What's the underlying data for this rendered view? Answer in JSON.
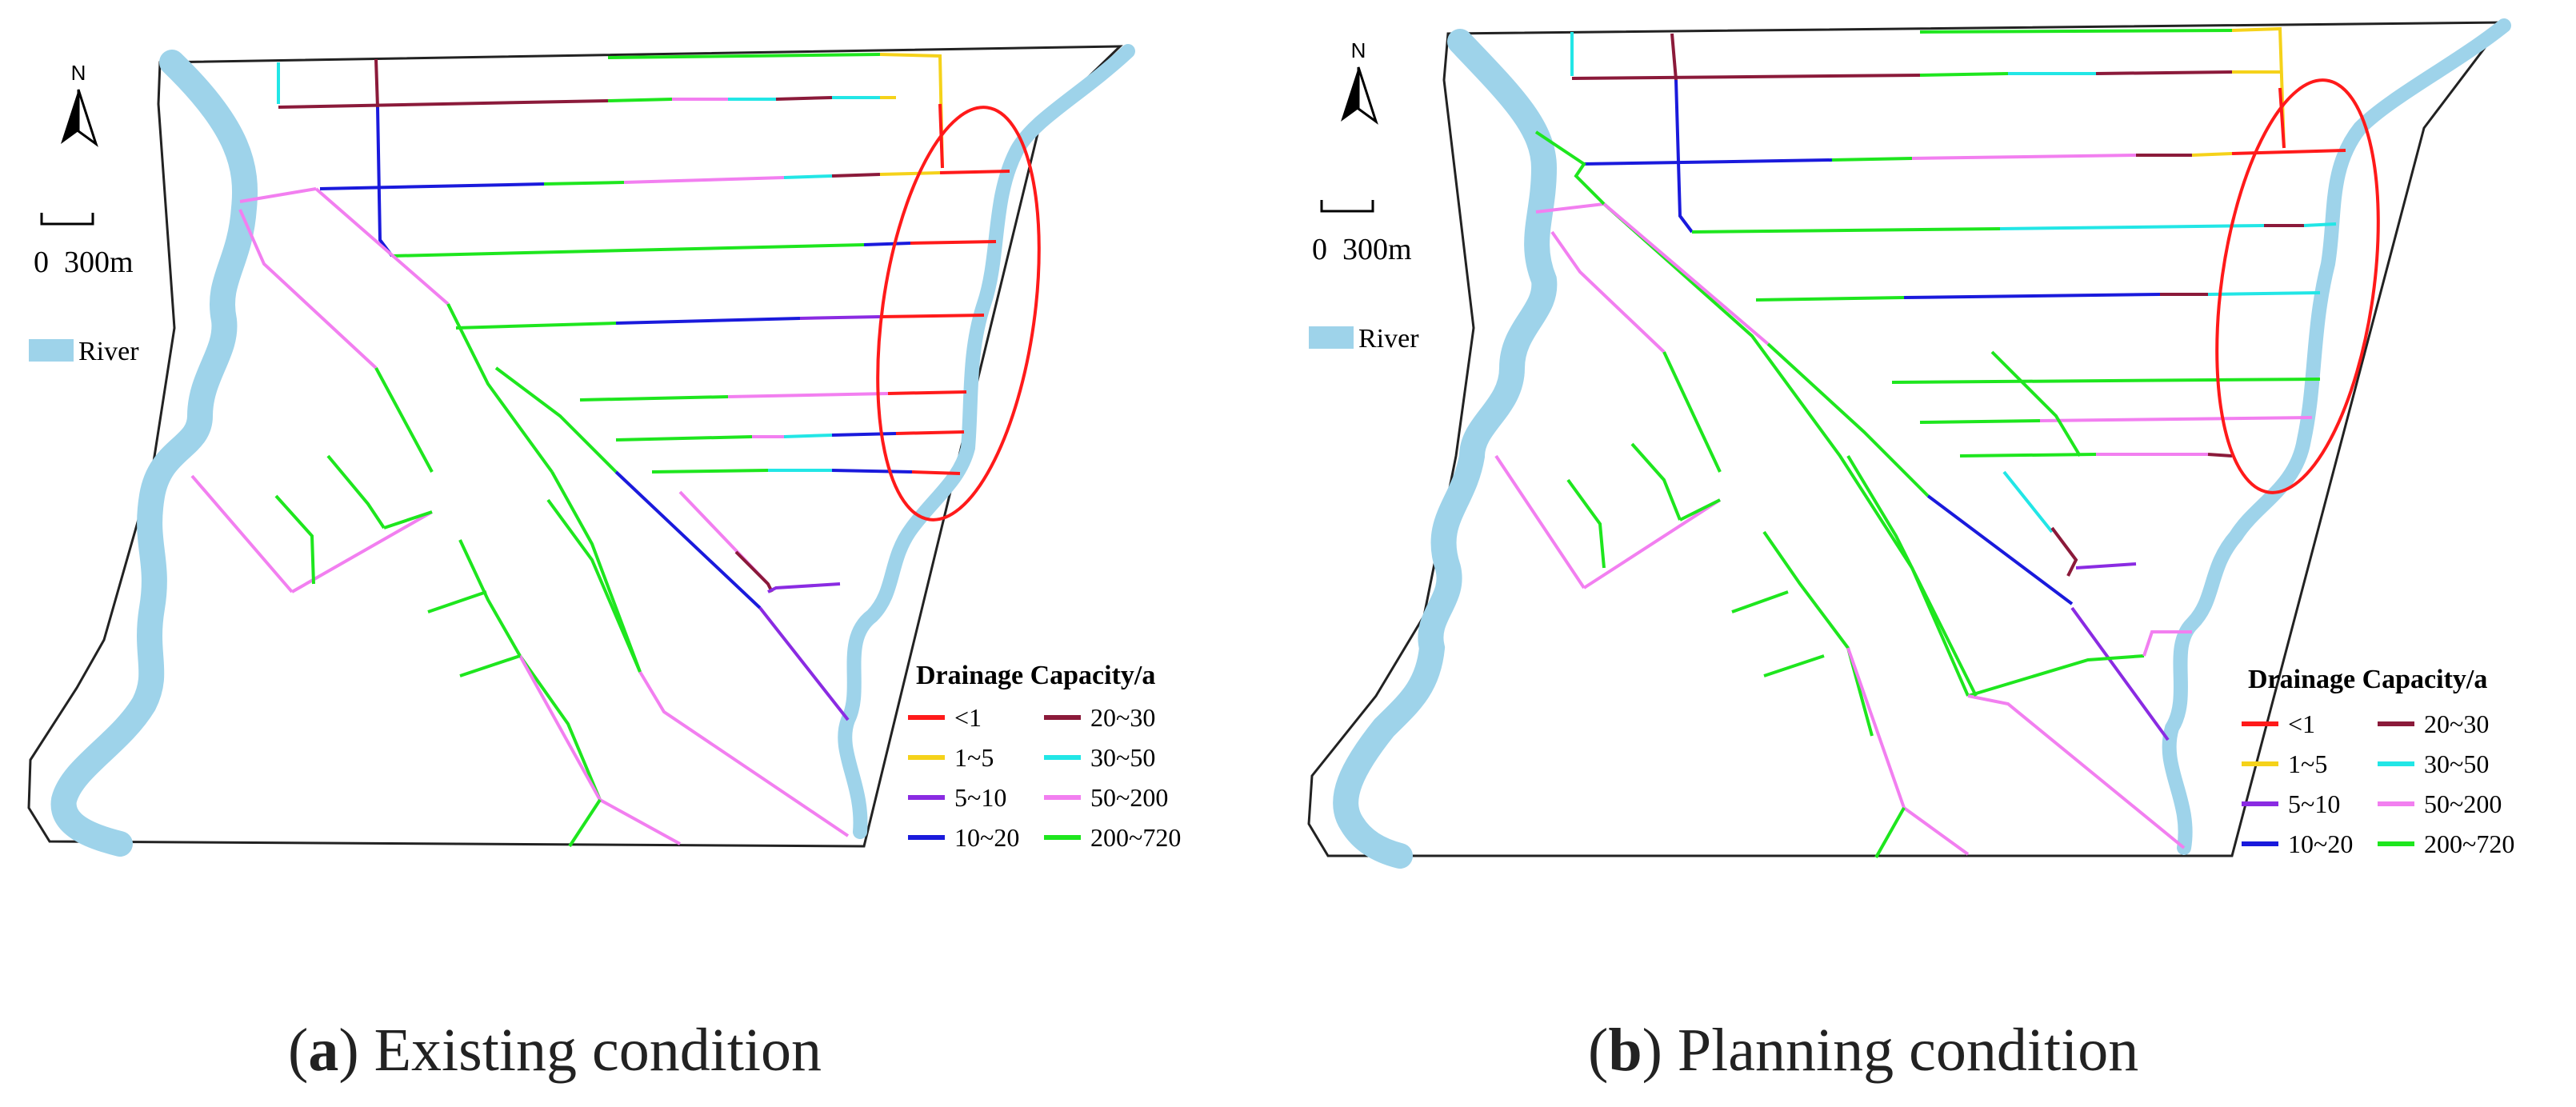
{
  "panels": [
    {
      "id": "a",
      "caption_letter": "a",
      "caption_text": "Existing condition",
      "north_label": "N",
      "scale_label": "0  300m",
      "river_label": "River",
      "legend_title": "Drainage Capacity/a"
    },
    {
      "id": "b",
      "caption_letter": "b",
      "caption_text": "Planning condition",
      "north_label": "N",
      "scale_label": "0  300m",
      "river_label": "River",
      "legend_title": "Drainage Capacity/a"
    }
  ],
  "legend_items": [
    {
      "label": "<1",
      "color": "#ff1a1a"
    },
    {
      "label": "20~30",
      "color": "#8b1a3a"
    },
    {
      "label": "1~5",
      "color": "#f5d21a"
    },
    {
      "label": "30~50",
      "color": "#22e6e6"
    },
    {
      "label": "5~10",
      "color": "#8a2be2"
    },
    {
      "label": "50~200",
      "color": "#f27ff0"
    },
    {
      "label": "10~20",
      "color": "#1a1adc"
    },
    {
      "label": "200~720",
      "color": "#1ee61e"
    }
  ],
  "colors": {
    "river": "#9ed3ea",
    "boundary": "#222222",
    "highlight_ellipse": "#ff1a1a"
  }
}
